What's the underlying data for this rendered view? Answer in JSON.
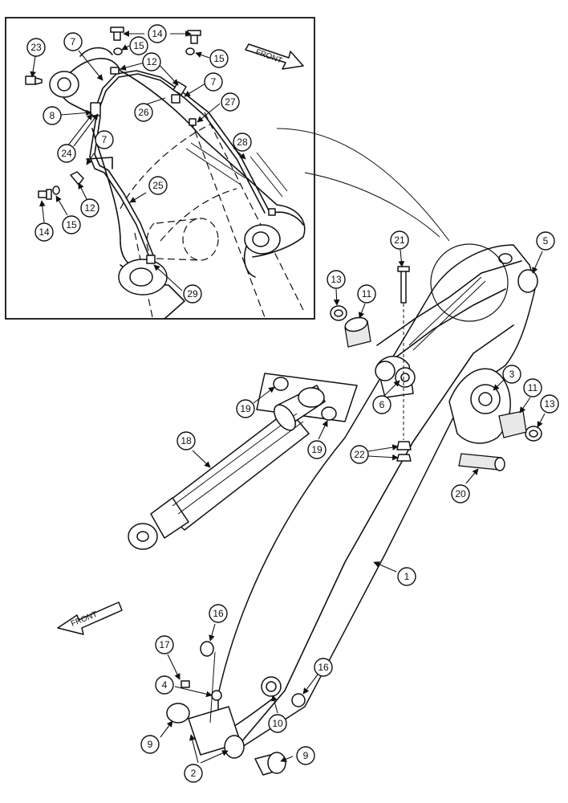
{
  "inset_callouts": [
    "23",
    "7",
    "14",
    "15",
    "12",
    "15",
    "7",
    "8",
    "26",
    "27",
    "24",
    "7",
    "28",
    "25",
    "14",
    "15",
    "12",
    "29"
  ],
  "main_callouts": [
    "21",
    "5",
    "13",
    "11",
    "3",
    "11",
    "13",
    "19",
    "6",
    "19",
    "22",
    "18",
    "20",
    "1",
    "16",
    "17",
    "4",
    "16",
    "10",
    "9",
    "2",
    "9"
  ],
  "front_labels": [
    "FRONT",
    "FRONT"
  ],
  "colors": {
    "line": "#111111",
    "background": "#ffffff",
    "shade": "#e8e8e8"
  }
}
